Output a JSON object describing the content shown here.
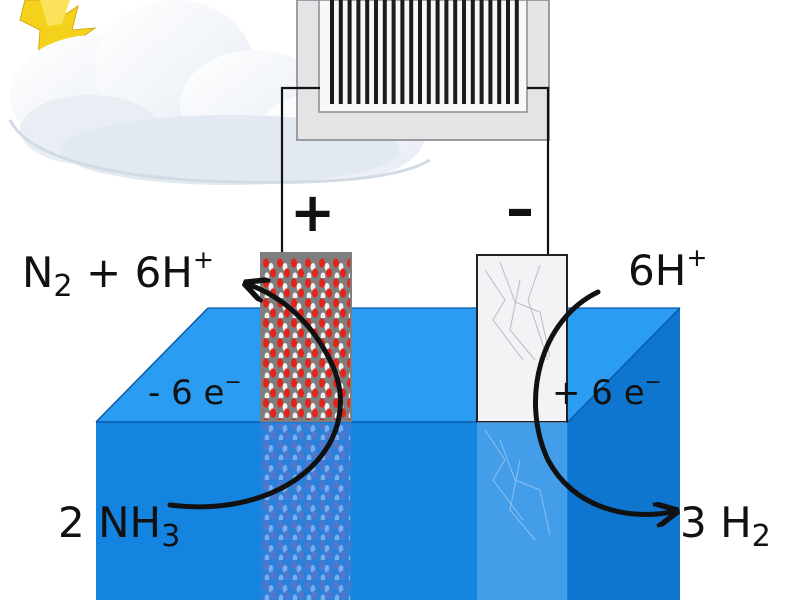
{
  "anode": {
    "polarity": "+",
    "product": {
      "species": "N",
      "subscript": "2",
      "joiner": " + ",
      "proton_count": "6H",
      "proton_charge": "+"
    },
    "reactant": {
      "coefficient": "2 ",
      "species": "NH",
      "subscript": "3"
    },
    "electrons": {
      "count": "- 6 e",
      "charge": "−"
    }
  },
  "cathode": {
    "polarity": "–",
    "reactant": {
      "proton_count": "6H",
      "proton_charge": "+"
    },
    "product": {
      "coefficient": "3 ",
      "species": "H",
      "subscript": "2"
    },
    "electrons": {
      "count": "+ 6 e",
      "charge": "−"
    }
  },
  "icons": [
    "sun-icon",
    "cloud-icon",
    "solar-panel-icon",
    "electrolyte-tank",
    "anode-electrode",
    "cathode-electrode",
    "oxidation-arrow",
    "reduction-arrow"
  ],
  "colors": {
    "electrolyte": "#1a8fe8",
    "electrolyte_top": "#2a9df2",
    "electrolyte_front": "#1584e0",
    "anode_body": "#7e7e7e",
    "anode_atoms_red": "#e4231b",
    "cathode_body": "#f3f3f5",
    "panel_frame": "#e4e4e6",
    "panel_stripes": "#1c1c1c",
    "sun": "#f4d21c",
    "cloud": "#f4f6f9"
  }
}
